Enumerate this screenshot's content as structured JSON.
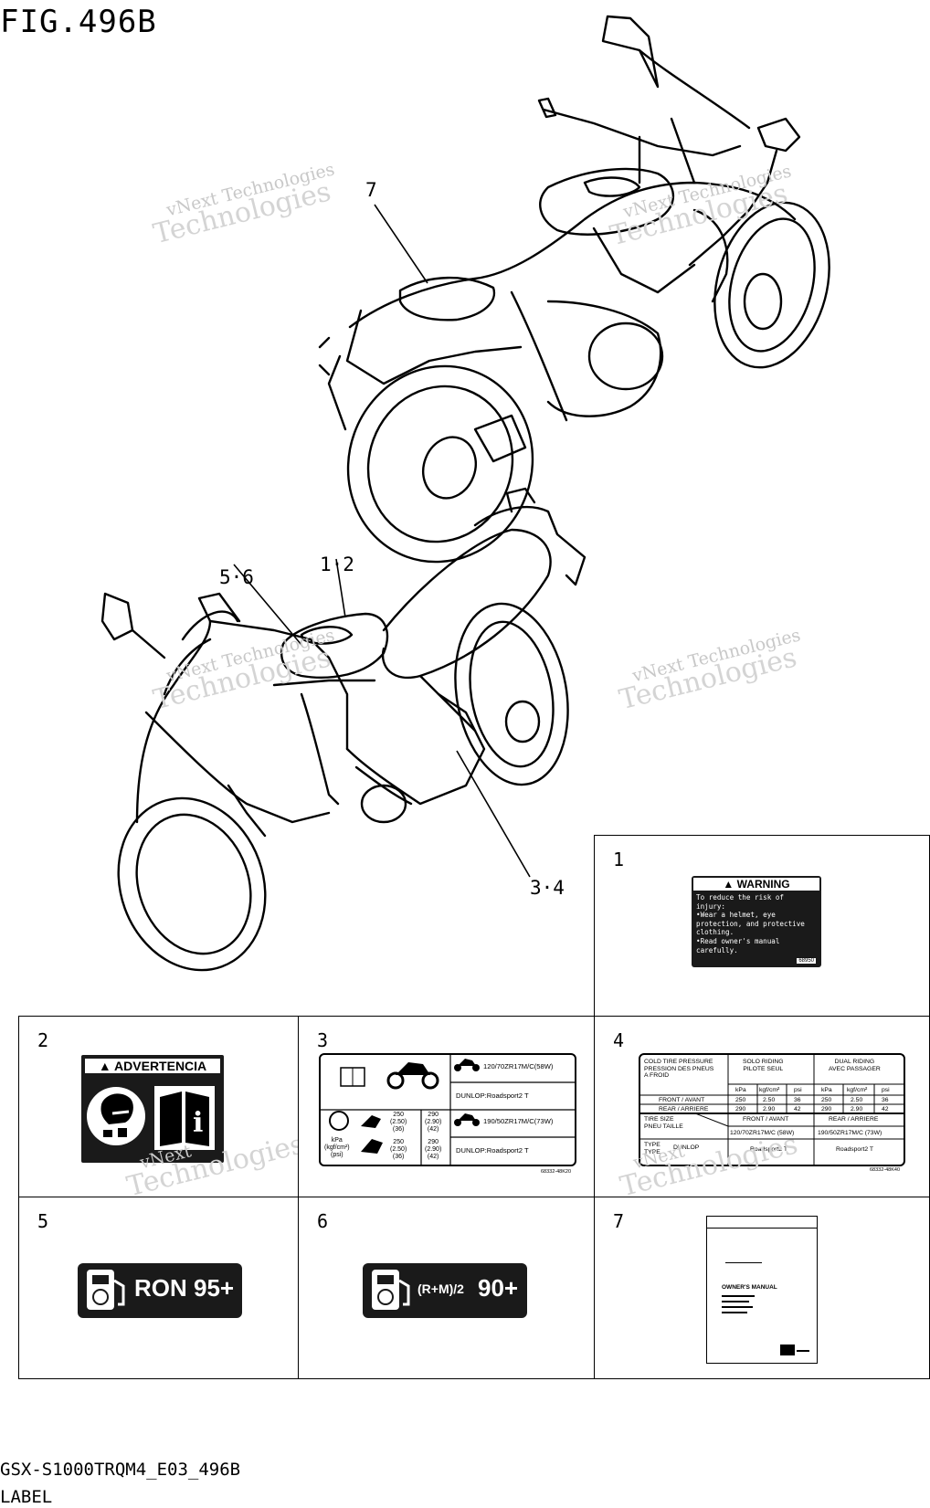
{
  "figure": {
    "title": "FIG.496B"
  },
  "callouts": {
    "c7": "7",
    "c56": "5·6",
    "c12": "1·2",
    "c34": "3·4"
  },
  "watermark": {
    "line1": "vNext Technologies",
    "line2": "Technologies",
    "partial": "vNext"
  },
  "cells": {
    "n1": "1",
    "n2": "2",
    "n3": "3",
    "n4": "4",
    "n5": "5",
    "n6": "6",
    "n7": "7"
  },
  "label1": {
    "heading": "WARNING",
    "lines": [
      "To reduce the risk of injury:",
      "•Wear a helmet, eye",
      "protection, and protective",
      "clothing.",
      "•Read owner's manual",
      "carefully."
    ],
    "code": "68950"
  },
  "label2": {
    "heading": "ADVERTENCIA"
  },
  "label3": {
    "tire_front": "120/70ZR17M/C(58W)",
    "tire_rear": "190/50ZR17M/C(73W)",
    "brand_front": "DUNLOP:Roadsport2 T",
    "brand_rear": "DUNLOP:Roadsport2 T",
    "units": "kPa\n(kgf/cm²)\n(psi)",
    "solo_front": "250\n(2.50)\n(36)",
    "solo_rear": "290\n(2.90)\n(42)",
    "dual_front": "250\n(2.50)\n(36)",
    "dual_rear": "290\n(2.90)\n(42)",
    "code": "68332-48K20"
  },
  "label4": {
    "cold_tire": "COLD TIRE PRESSURE\nPRESSION DES PNEUS\nA FROID",
    "solo": "SOLO RIDING\nPILOTE SEUL",
    "dual": "DUAL RIDING\nAVEC PASSAGER",
    "unit_kpa": "kPa",
    "unit_kgf": "kgf/cm²",
    "unit_psi": "psi",
    "front_label": "FRONT / AVANT",
    "rear_label": "REAR / ARRIERE",
    "front_vals": [
      "250",
      "2.50",
      "36",
      "250",
      "2.50",
      "36"
    ],
    "rear_vals": [
      "290",
      "2.90",
      "42",
      "290",
      "2.90",
      "42"
    ],
    "tire_size": "TIRE SIZE\nPNEU TAILLE",
    "front_head": "FRONT / AVANT",
    "rear_head": "REAR / ARRIERE",
    "size_front": "120/70ZR17M/C (58W)",
    "size_rear": "190/50ZR17M/C (73W)",
    "type": "TYPE\nTYPE",
    "brand": "DUNLOP",
    "type_front": "Roadsport2 T",
    "type_rear": "Roadsport2 T",
    "code": "68332-48K40"
  },
  "label5": {
    "text": "RON 95+"
  },
  "label6": {
    "formula": "(R+M)/2",
    "value": "90+"
  },
  "label7": {
    "title": "OWNER'S MANUAL"
  },
  "footer": {
    "model": "GSX-S1000TRQM4_E03_496B",
    "name": "LABEL"
  }
}
